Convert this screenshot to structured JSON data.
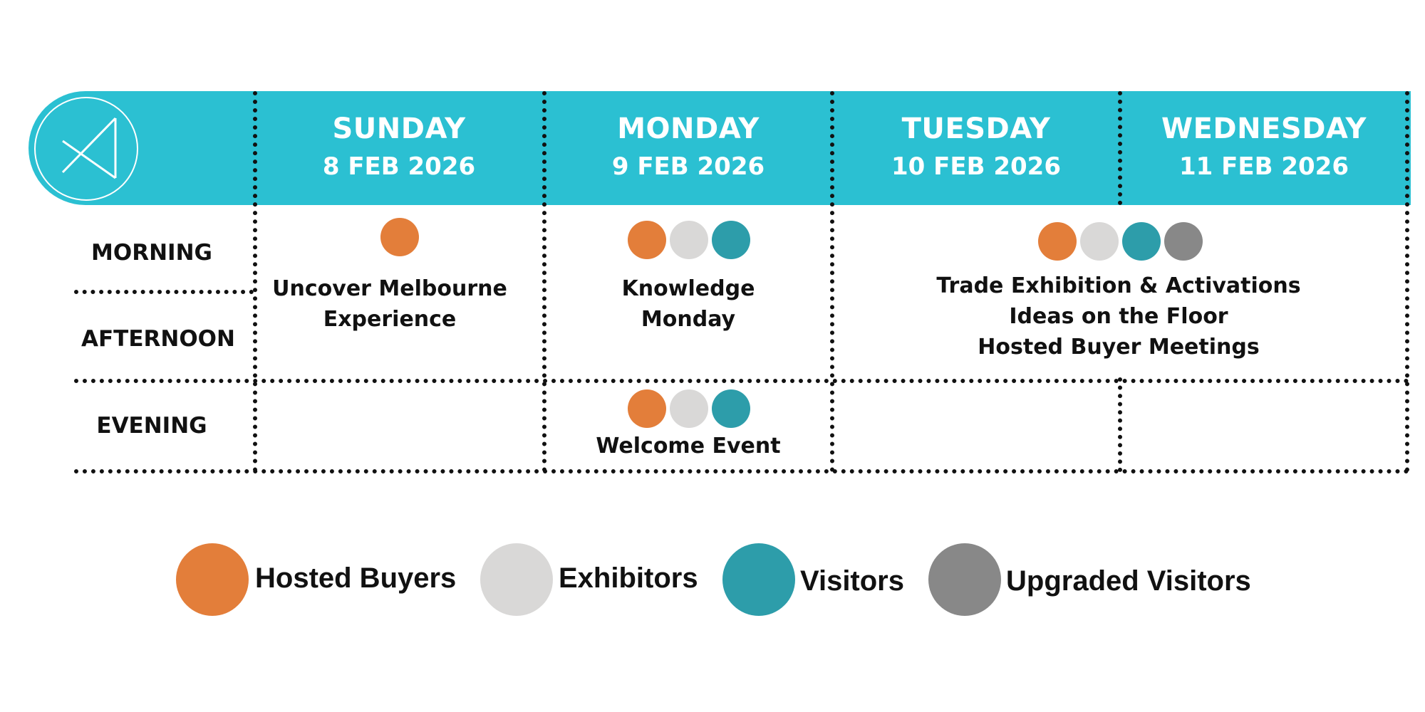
{
  "colors": {
    "header": "#2bc0d2",
    "hosted_buyers": "#e37e3a",
    "exhibitors": "#d9d8d7",
    "visitors": "#2d9daa",
    "upgraded_visitors": "#888888"
  },
  "days": [
    {
      "name": "SUNDAY",
      "date": "8 FEB 2026"
    },
    {
      "name": "MONDAY",
      "date": "9 FEB 2026"
    },
    {
      "name": "TUESDAY",
      "date": "10 FEB 2026"
    },
    {
      "name": "WEDNESDAY",
      "date": "11 FEB 2026"
    }
  ],
  "periods": {
    "morning": "MORNING",
    "afternoon": "AFTERNOON",
    "evening": "EVENING"
  },
  "events": {
    "sunday_day": {
      "line1": "Uncover Melbourne",
      "line2": "Experience",
      "audience": [
        "hosted_buyers"
      ]
    },
    "monday_day": {
      "line1": "Knowledge",
      "line2": "Monday",
      "audience": [
        "hosted_buyers",
        "exhibitors",
        "visitors"
      ]
    },
    "tue_wed_day": {
      "line1": "Trade Exhibition & Activations",
      "line2": "Ideas on the Floor",
      "line3": "Hosted Buyer Meetings",
      "audience": [
        "hosted_buyers",
        "exhibitors",
        "visitors",
        "upgraded_visitors"
      ]
    },
    "monday_evening": {
      "line1": "Welcome Event",
      "audience": [
        "hosted_buyers",
        "exhibitors",
        "visitors"
      ]
    }
  },
  "legend": [
    {
      "key": "hosted_buyers",
      "label": "Hosted Buyers"
    },
    {
      "key": "exhibitors",
      "label": "Exhibitors"
    },
    {
      "key": "visitors",
      "label": "Visitors"
    },
    {
      "key": "upgraded_visitors",
      "label": "Upgraded Visitors"
    }
  ]
}
